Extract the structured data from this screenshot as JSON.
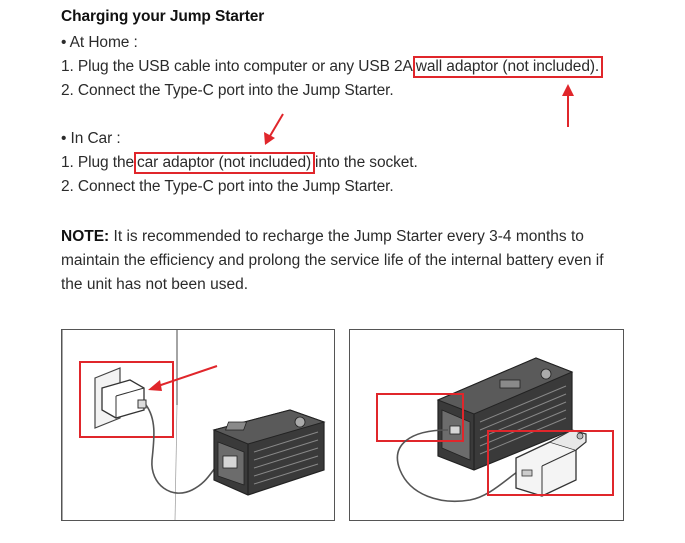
{
  "doc": {
    "title": "Charging your Jump Starter",
    "home_heading": "• At Home :",
    "home_step1_pre": "1. Plug the USB cable into computer or any USB 2A",
    "home_step1_mark": "wall adaptor (not included).",
    "home_step2": "2. Connect the Type-C port into the Jump Starter.",
    "car_heading": "• In Car :",
    "car_step1_pre": "1. Plug the",
    "car_step1_mark": "car adaptor (not included)",
    "car_step1_post": "into the socket.",
    "car_step2": "2. Connect the Type-C port into the Jump Starter.",
    "note_label": "NOTE:",
    "note_text": " It is recommended to recharge the Jump Starter every 3-4 months to maintain the efficiency and prolong the service life of the internal battery even if the unit has not been used."
  },
  "colors": {
    "highlight": "#e0262b",
    "text": "#2b2b2b"
  },
  "illustrations": {
    "left": {
      "icons": [
        "wall-adaptor-icon",
        "jump-starter-icon",
        "usb-cable-icon"
      ]
    },
    "right": {
      "icons": [
        "jump-starter-icon",
        "car-adaptor-icon",
        "usb-cable-icon"
      ]
    }
  }
}
